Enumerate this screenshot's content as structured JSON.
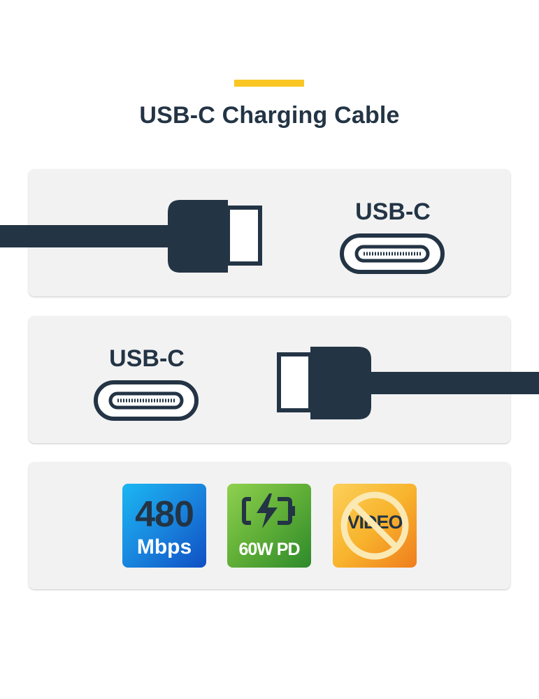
{
  "title": "USB-C Charging Cable",
  "connectors": [
    {
      "label": "USB-C"
    },
    {
      "label": "USB-C"
    }
  ],
  "features": [
    {
      "value": "480",
      "unit": "Mbps",
      "icon": "speed-icon"
    },
    {
      "label": "60W PD",
      "icon": "battery-charging-icon"
    },
    {
      "label": "VIDEO",
      "icon": "no-video-icon"
    }
  ],
  "colors": {
    "accent": "#f9c623",
    "dark": "#233445",
    "panel": "#f2f2f2",
    "speed_badge": "#1a8be0",
    "power_badge": "#5fae37",
    "video_badge": "#f8b42d"
  }
}
